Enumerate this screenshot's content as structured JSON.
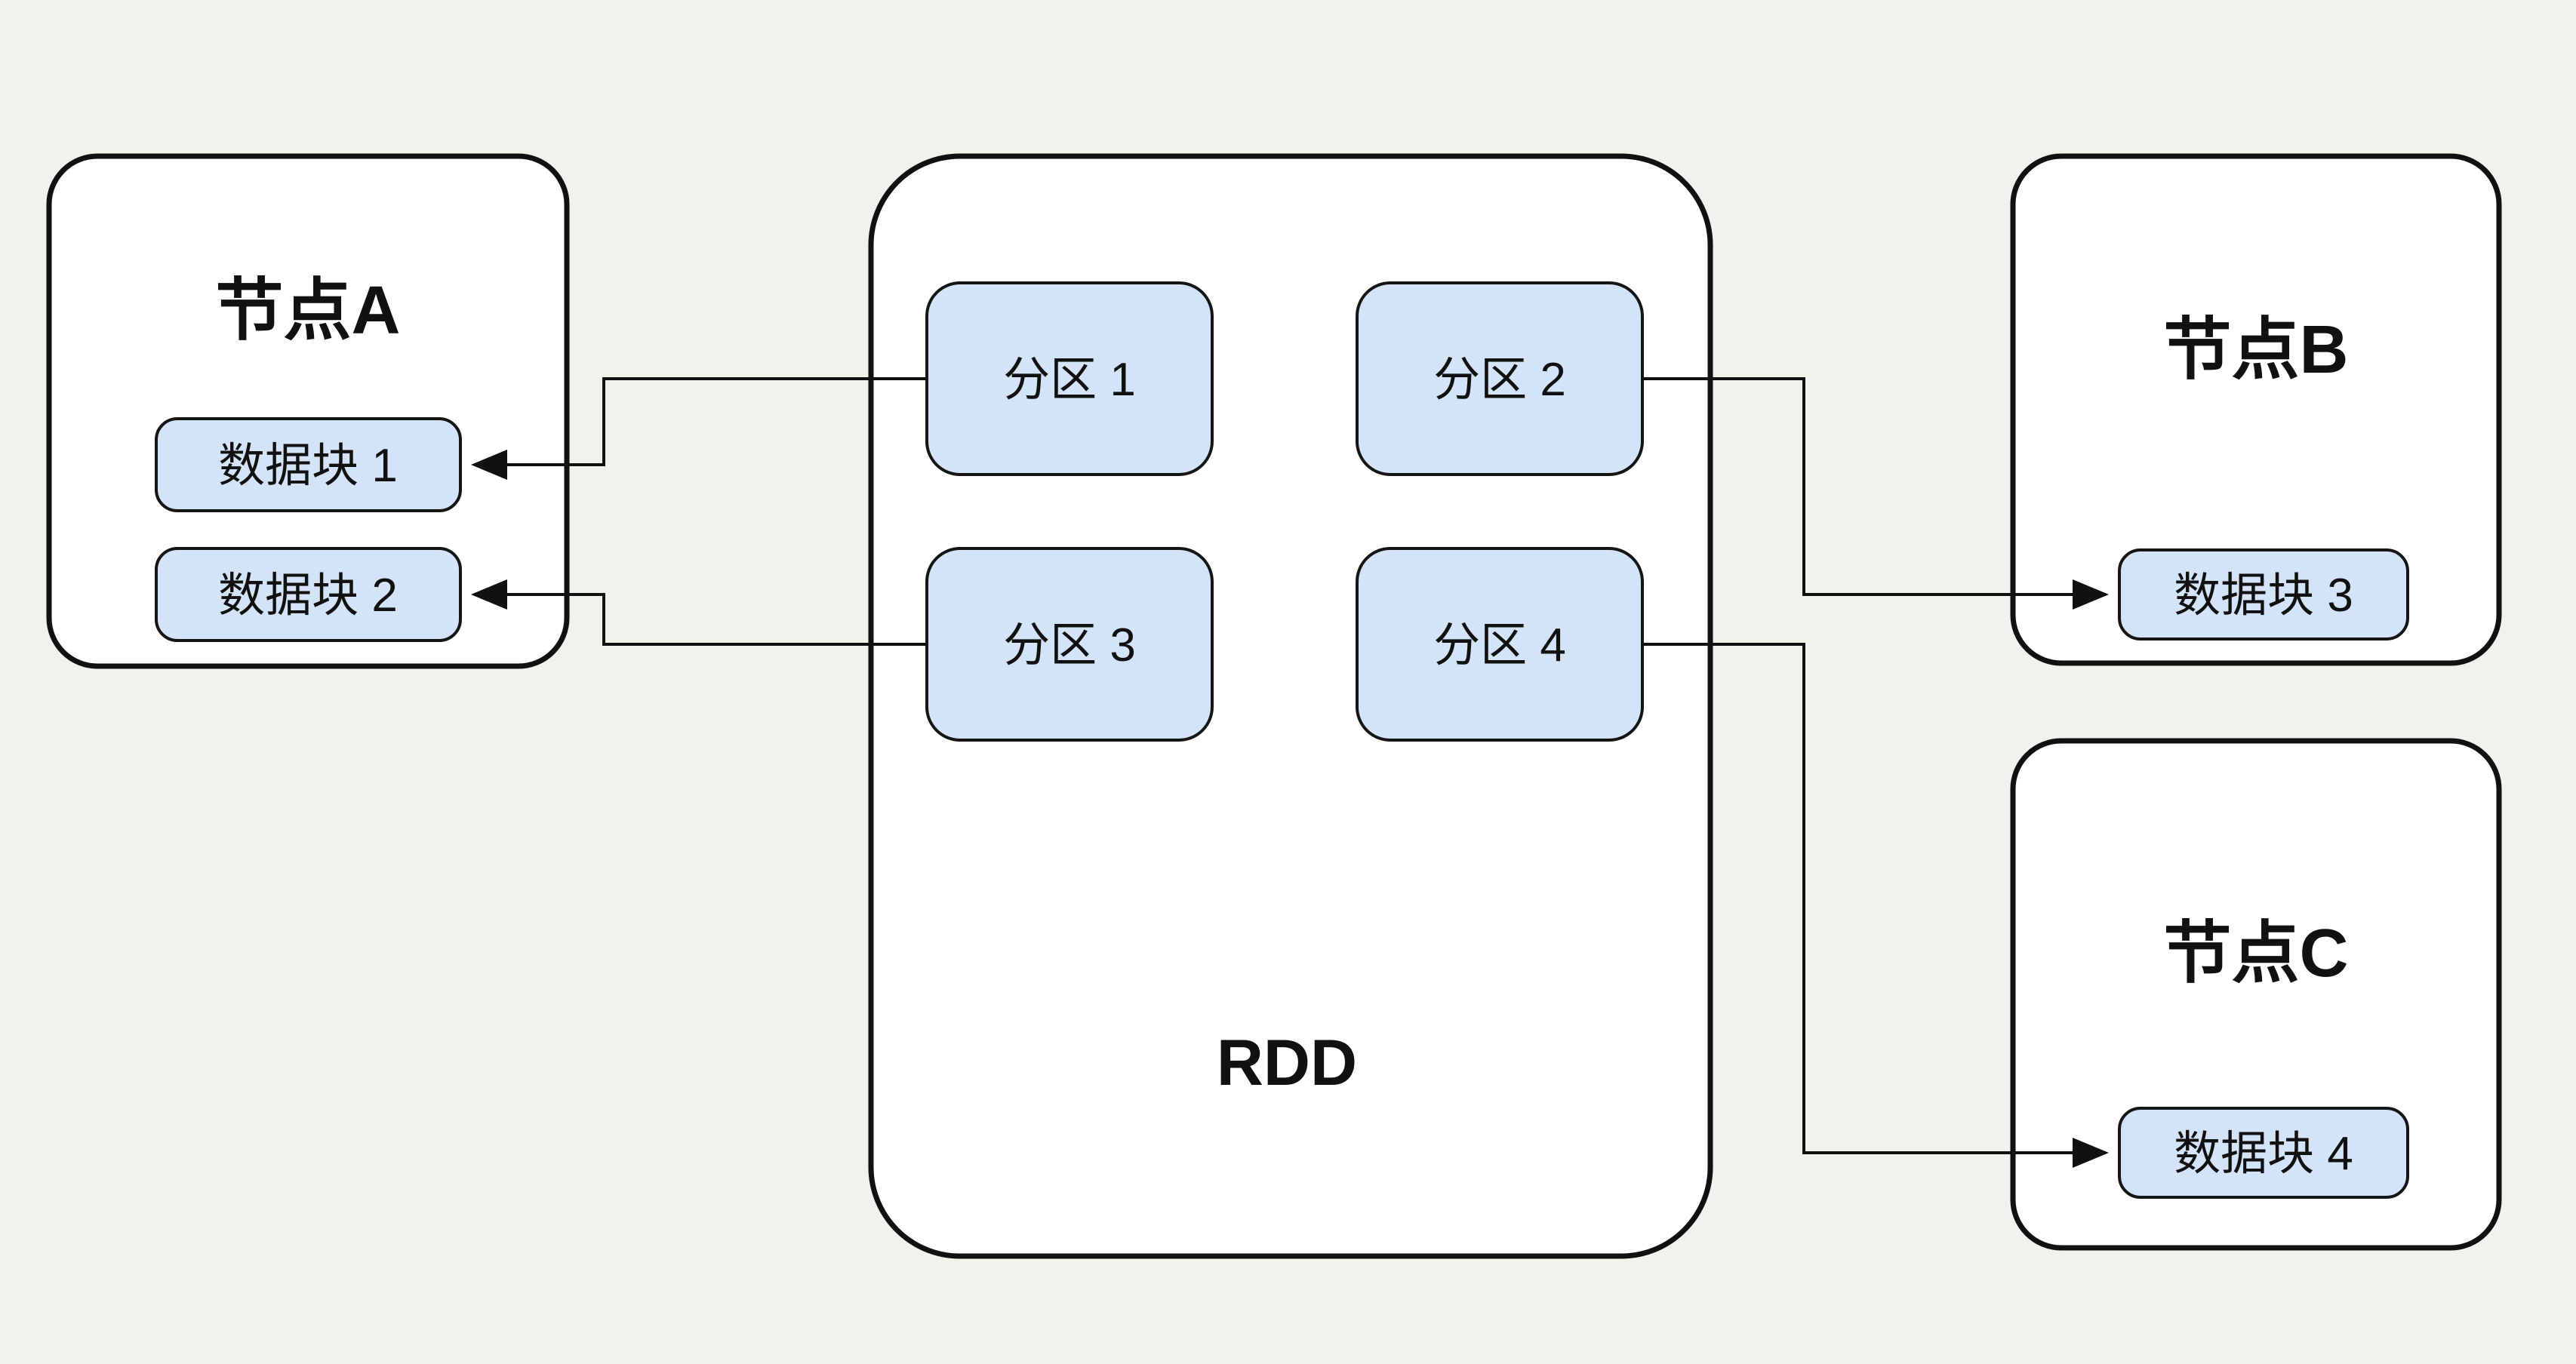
{
  "diagram": {
    "colors": {
      "background": "#F2F1EC",
      "node_fill": "#FFFFFF",
      "node_border": "#111111",
      "block_fill": "#D3E3F8",
      "block_border": "#151515",
      "line": "#111111",
      "text": "#111111"
    },
    "nodes": {
      "node_a": {
        "label": "节点A",
        "blocks": [
          {
            "label": "数据块 1"
          },
          {
            "label": "数据块 2"
          }
        ]
      },
      "rdd": {
        "label": "RDD",
        "partitions": [
          {
            "label": "分区 1"
          },
          {
            "label": "分区 2"
          },
          {
            "label": "分区 3"
          },
          {
            "label": "分区 4"
          }
        ]
      },
      "node_b": {
        "label": "节点B",
        "blocks": [
          {
            "label": "数据块 3"
          }
        ]
      },
      "node_c": {
        "label": "节点C",
        "blocks": [
          {
            "label": "数据块 4"
          }
        ]
      }
    },
    "edges": [
      {
        "from": "分区 1",
        "to": "数据块 1"
      },
      {
        "from": "分区 3",
        "to": "数据块 2"
      },
      {
        "from": "分区 2",
        "to": "数据块 3"
      },
      {
        "from": "分区 4",
        "to": "数据块 4"
      }
    ]
  }
}
